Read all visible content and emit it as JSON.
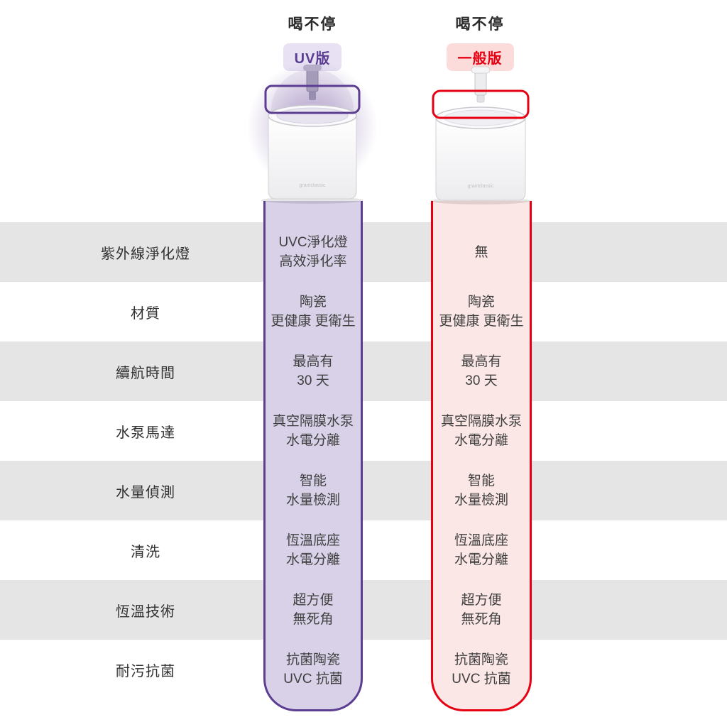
{
  "header": {
    "uv": {
      "title": "喝不停",
      "badge": "UV版"
    },
    "regular": {
      "title": "喝不停",
      "badge": "一般版"
    }
  },
  "brand": "grantclassic",
  "colors": {
    "uv_accent": "#5b3d92",
    "uv_column_fill": "#d8d1e8",
    "uv_badge_bg": "#e7e1f3",
    "regular_accent": "#e60012",
    "regular_column_fill": "#fbe7e6",
    "regular_badge_bg": "#fbdcdb",
    "stripe": "#e5e5e5",
    "text": "#3f3f3f"
  },
  "rows": [
    {
      "label": "紫外線淨化燈",
      "uv": [
        "UVC淨化燈",
        "高效淨化率"
      ],
      "regular": [
        "無"
      ]
    },
    {
      "label": "材質",
      "uv": [
        "陶瓷",
        "更健康 更衛生"
      ],
      "regular": [
        "陶瓷",
        "更健康 更衛生"
      ]
    },
    {
      "label": "續航時間",
      "uv": [
        "最高有",
        "30 天"
      ],
      "regular": [
        "最高有",
        "30 天"
      ]
    },
    {
      "label": "水泵馬達",
      "uv": [
        "真空隔膜水泵",
        "水電分離"
      ],
      "regular": [
        "真空隔膜水泵",
        "水電分離"
      ]
    },
    {
      "label": "水量偵測",
      "uv": [
        "智能",
        "水量檢測"
      ],
      "regular": [
        "智能",
        "水量檢測"
      ]
    },
    {
      "label": "清洗",
      "uv": [
        "恆溫底座",
        "水電分離"
      ],
      "regular": [
        "恆溫底座",
        "水電分離"
      ]
    },
    {
      "label": "恆溫技術",
      "uv": [
        "超方便",
        "無死角"
      ],
      "regular": [
        "超方便",
        "無死角"
      ]
    },
    {
      "label": "耐污抗菌",
      "uv": [
        "抗菌陶瓷",
        "UVC 抗菌"
      ],
      "regular": [
        "抗菌陶瓷",
        "UVC 抗菌"
      ]
    }
  ],
  "chart_data": {
    "type": "table",
    "column_headers": [
      {
        "product": "喝不停",
        "version": "UV版"
      },
      {
        "product": "喝不停",
        "version": "一般版"
      }
    ],
    "rows": [
      {
        "feature": "紫外線淨化燈",
        "values": [
          "UVC淨化燈 高效淨化率",
          "無"
        ]
      },
      {
        "feature": "材質",
        "values": [
          "陶瓷 更健康 更衛生",
          "陶瓷 更健康 更衛生"
        ]
      },
      {
        "feature": "續航時間",
        "values": [
          "最高有 30 天",
          "最高有 30 天"
        ]
      },
      {
        "feature": "水泵馬達",
        "values": [
          "真空隔膜水泵 水電分離",
          "真空隔膜水泵 水電分離"
        ]
      },
      {
        "feature": "水量偵測",
        "values": [
          "智能 水量檢測",
          "智能 水量檢測"
        ]
      },
      {
        "feature": "清洗",
        "values": [
          "恆溫底座 水電分離",
          "恆溫底座 水電分離"
        ]
      },
      {
        "feature": "恆溫技術",
        "values": [
          "超方便 無死角",
          "超方便 無死角"
        ]
      },
      {
        "feature": "耐污抗菌",
        "values": [
          "抗菌陶瓷 UVC 抗菌",
          "抗菌陶瓷 UVC 抗菌"
        ]
      }
    ]
  }
}
